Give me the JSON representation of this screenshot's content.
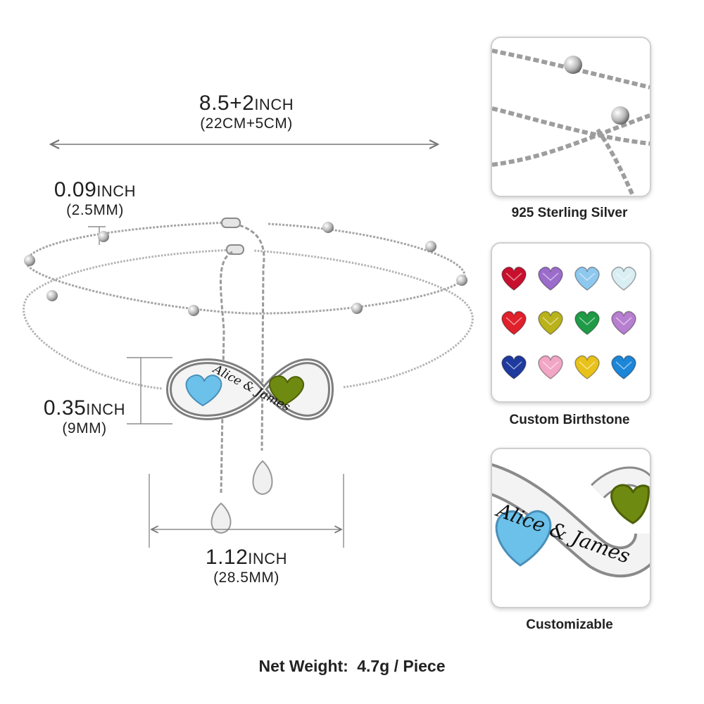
{
  "dimensions": {
    "length": {
      "value": "8.5+2",
      "unit": "INCH",
      "metric": "(22CM+5CM)"
    },
    "chain_width": {
      "value": "0.09",
      "unit": "INCH",
      "metric": "(2.5MM)"
    },
    "pendant_height": {
      "value": "0.35",
      "unit": "INCH",
      "metric": "(9MM)"
    },
    "pendant_width": {
      "value": "1.12",
      "unit": "INCH",
      "metric": "(28.5MM)"
    }
  },
  "engraving": "Alice & James",
  "panels": [
    {
      "caption": "925 Sterling Silver"
    },
    {
      "caption": "Custom Birthstone"
    },
    {
      "caption": "Customizable"
    }
  ],
  "birthstones": [
    {
      "color": "#c8102e"
    },
    {
      "color": "#9b6ccb"
    },
    {
      "color": "#8ec8ee"
    },
    {
      "color": "#d9eef2"
    },
    {
      "color": "#e0202b"
    },
    {
      "color": "#b9b21a"
    },
    {
      "color": "#1f9a46"
    },
    {
      "color": "#b77fcf"
    },
    {
      "color": "#1e3a9e"
    },
    {
      "color": "#f2a6c6"
    },
    {
      "color": "#e8c21a"
    },
    {
      "color": "#1c86d8"
    }
  ],
  "stone_colors": {
    "left": "#6bc1ea",
    "right": "#6f8a10"
  },
  "footer": {
    "label": "Net Weight:",
    "value": "4.7g / Piece"
  }
}
